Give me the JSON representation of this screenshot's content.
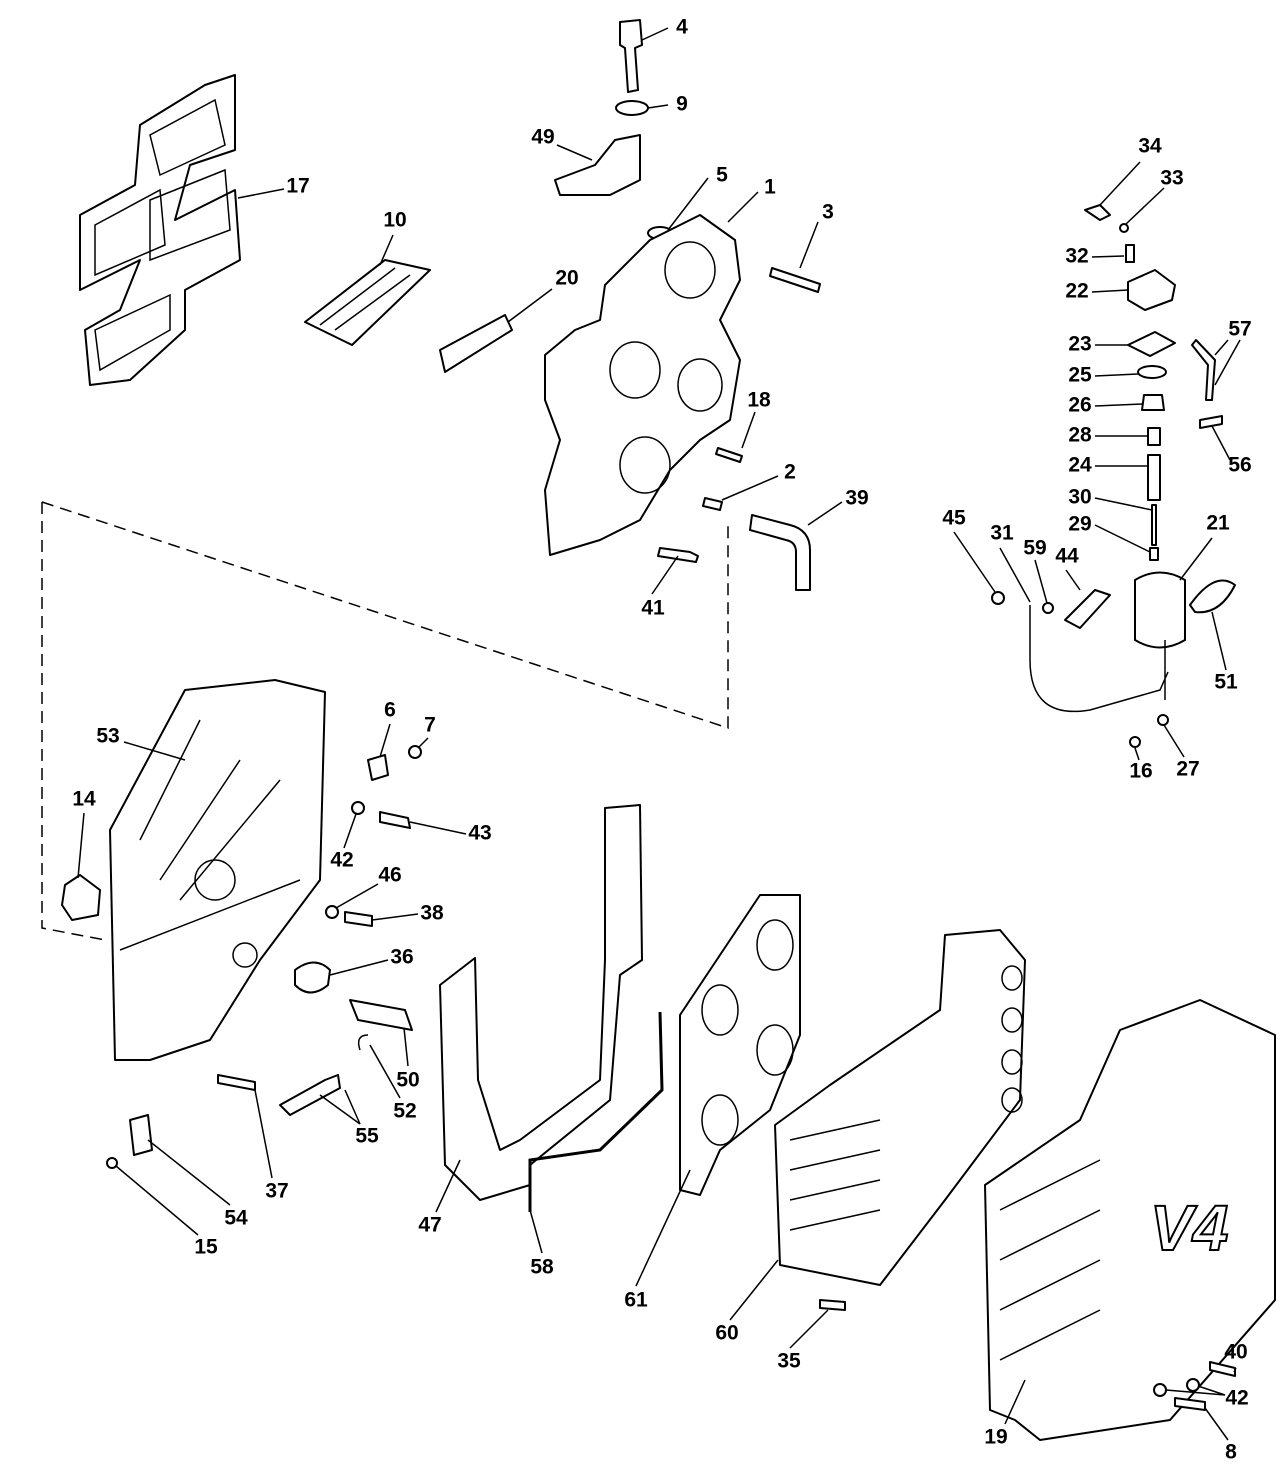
{
  "labels": [
    "4",
    "9",
    "49",
    "5",
    "1",
    "3",
    "17",
    "10",
    "20",
    "34",
    "33",
    "32",
    "22",
    "23",
    "57",
    "25",
    "26",
    "28",
    "56",
    "24",
    "18",
    "2",
    "39",
    "30",
    "45",
    "31",
    "59",
    "44",
    "21",
    "29",
    "41",
    "51",
    "16",
    "27",
    "6",
    "7",
    "53",
    "14",
    "43",
    "42",
    "46",
    "38",
    "36",
    "50",
    "52",
    "55",
    "37",
    "54",
    "15",
    "47",
    "58",
    "61",
    "60",
    "35",
    "40",
    "42",
    "19",
    "8"
  ],
  "cover_text": "V4"
}
